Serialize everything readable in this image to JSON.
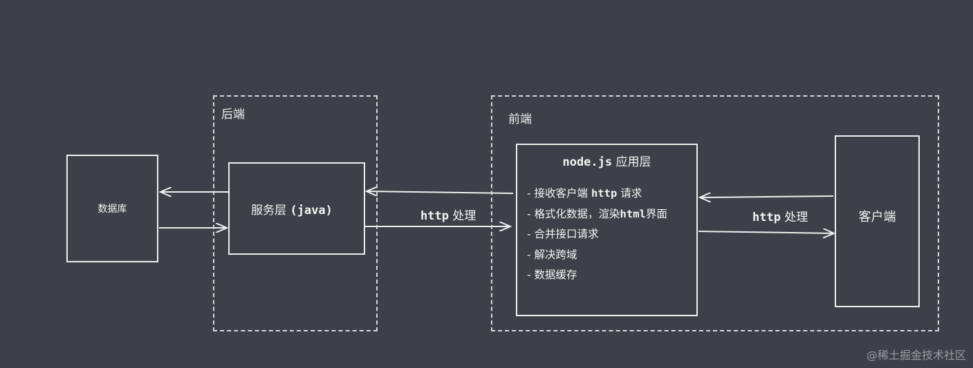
{
  "groups": {
    "backend": {
      "label": "后端"
    },
    "frontend": {
      "label": "前端"
    }
  },
  "nodes": {
    "database": {
      "label": "数据库"
    },
    "service": {
      "label_prefix": "服务层 ",
      "label_code": "(java)"
    },
    "node_app": {
      "title_code": "node.js",
      "title_suffix": " 应用层",
      "items": [
        {
          "prefix": "接收客户端 ",
          "code": "http",
          "suffix": " 请求"
        },
        {
          "prefix": "格式化数据，渲染",
          "code": "html",
          "suffix": "界面"
        },
        {
          "prefix": "合并接口请求",
          "code": "",
          "suffix": ""
        },
        {
          "prefix": "解决跨域",
          "code": "",
          "suffix": ""
        },
        {
          "prefix": "数据缓存",
          "code": "",
          "suffix": ""
        }
      ]
    },
    "client": {
      "label": "客户端"
    }
  },
  "edges": {
    "service_node": {
      "code": "http",
      "suffix": " 处理"
    },
    "node_client": {
      "code": "http",
      "suffix": " 处理"
    }
  },
  "colors": {
    "background": "#3d4048",
    "stroke": "#efefef",
    "dash": "#d8d8d8"
  },
  "watermark": "@稀土掘金技术社区"
}
